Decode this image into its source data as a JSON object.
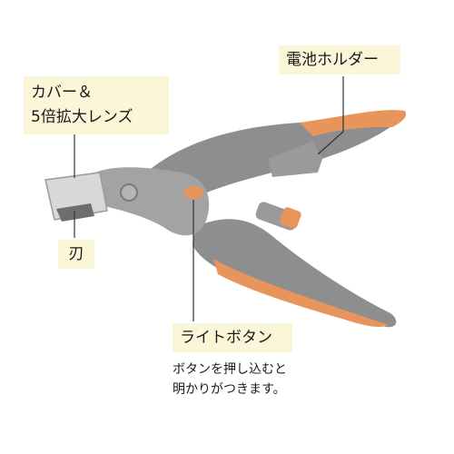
{
  "labels": {
    "battery_holder": "電池ホルダー",
    "cover_line1": "カバー＆",
    "cover_line2": "5倍拡大レンズ",
    "blade": "刃",
    "light_button": "ライトボタン"
  },
  "description": {
    "line1": "ボタンを押し込むと",
    "line2": "明かりがつきます。"
  },
  "colors": {
    "label_bg": "#fbf6d7",
    "body_gray": "#8e8e8e",
    "accent_orange": "#e8955c",
    "leader_line": "#333333"
  }
}
